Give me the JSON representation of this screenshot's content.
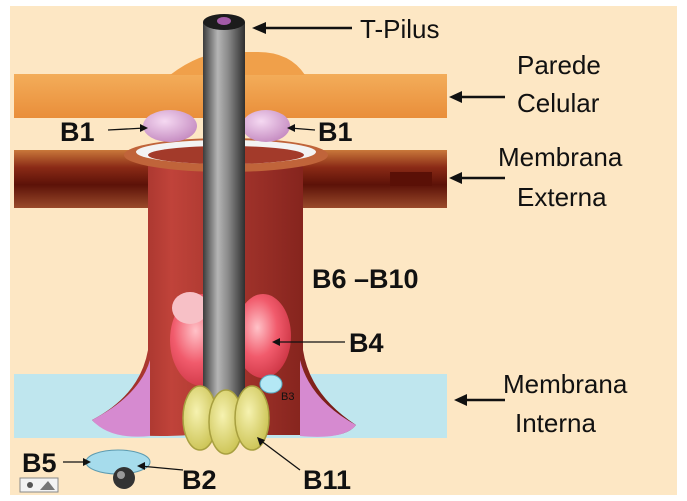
{
  "labels": {
    "t_pilus": "T-Pilus",
    "parede_line1": "Parede",
    "parede_line2": "Celular",
    "b1_left": "B1",
    "b1_right": "B1",
    "membrana_externa_line1": "Membrana",
    "membrana_externa_line2": "Externa",
    "b6_b10": "B6 –B10",
    "b4": "B4",
    "b3": "B3",
    "membrana_interna_line1": "Membrana",
    "membrana_interna_line2": "Interna",
    "b5": "B5",
    "b2": "B2",
    "b11": "B11"
  },
  "colors": {
    "background": "#fde7c4",
    "cell_wall": "#f0a04a",
    "outer_membrane": "#8a2a1a",
    "inner_membrane": "#bfe6ee",
    "channel": "#b33a33",
    "pilus": "#6f6f6f",
    "b1": "#d9a6d6",
    "b4": "#ee5566",
    "b11": "#e8e07a",
    "b5": "#a6dcec"
  }
}
